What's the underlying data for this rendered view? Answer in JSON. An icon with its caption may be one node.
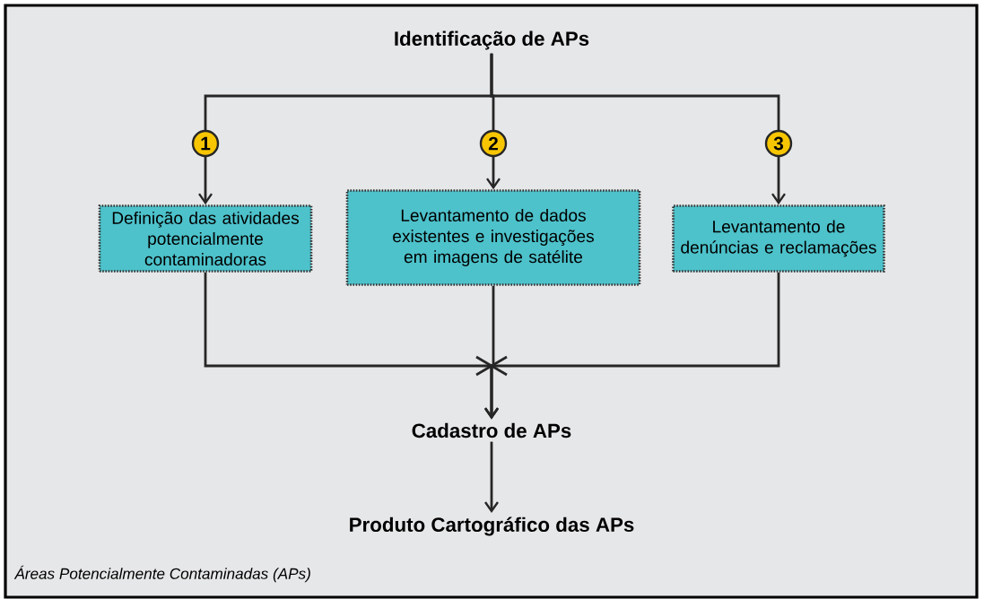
{
  "diagram": {
    "caption": "Áreas Potencialmente Contaminadas (APs)",
    "nodes": [
      {
        "text": [
          "Identificação de APs"
        ]
      },
      {
        "text": [
          "Definição das atividades potencialmente contaminadoras"
        ]
      },
      {
        "text": [
          "Levantamento de dados existentes e investigações em imagens de satélite"
        ]
      },
      {
        "text": [
          "Levantamento de denúncias e reclamações"
        ]
      },
      {
        "text": [
          "Cadastro de APs"
        ]
      },
      {
        "text": [
          "Produto Cartográfico das APs"
        ]
      }
    ],
    "edges": [
      {
        "from": 0,
        "to": 1,
        "arrow": "to",
        "label": "1"
      },
      {
        "from": 0,
        "to": 2,
        "arrow": "to",
        "label": "2"
      },
      {
        "from": 0,
        "to": 3,
        "arrow": "to",
        "label": "3"
      },
      {
        "from": 1,
        "to": 4,
        "arrow": "to"
      },
      {
        "from": 2,
        "to": 4,
        "arrow": "to"
      },
      {
        "from": 3,
        "to": 4,
        "arrow": "to"
      },
      {
        "from": 4,
        "to": 5,
        "arrow": "to"
      }
    ]
  }
}
